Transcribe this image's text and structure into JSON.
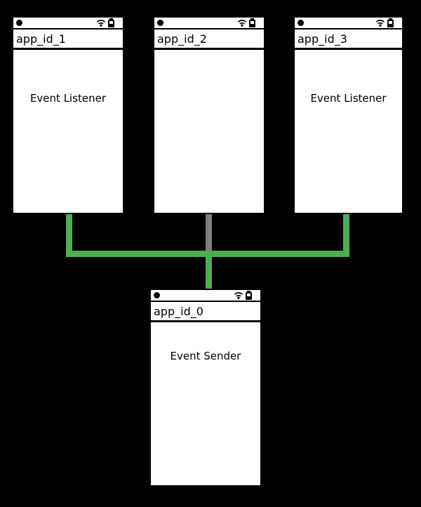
{
  "diagram": {
    "background": "#000000",
    "description": "Event bus diagram: app_id_0 (Event Sender) connected to app_id_1 and app_id_3 (Event Listeners) via green bus; app_id_2 attached via gray line"
  },
  "colors": {
    "diagram_bg": "#000000",
    "phone_bg": "#ffffff",
    "phone_border": "#000000",
    "connector_green": "#4caf50",
    "connector_gray": "#808080"
  },
  "phones": [
    {
      "title": "app_id_0",
      "body_label": "Event Sender",
      "role": "sender"
    },
    {
      "title": "app_id_1",
      "body_label": "Event Listener",
      "role": "listener"
    },
    {
      "title": "app_id_2",
      "body_label": "",
      "role": "idle"
    },
    {
      "title": "app_id_3",
      "body_label": "Event Listener",
      "role": "listener"
    }
  ],
  "status_bar_icons": [
    "camera-dot-icon",
    "wifi-icon",
    "battery-icon"
  ],
  "connectors": [
    {
      "from": "app_id_1",
      "to": "bus",
      "color": "green"
    },
    {
      "from": "app_id_2",
      "to": "bus",
      "color": "gray"
    },
    {
      "from": "app_id_3",
      "to": "bus",
      "color": "green"
    },
    {
      "from": "bus",
      "to": "app_id_0",
      "color": "green"
    }
  ]
}
